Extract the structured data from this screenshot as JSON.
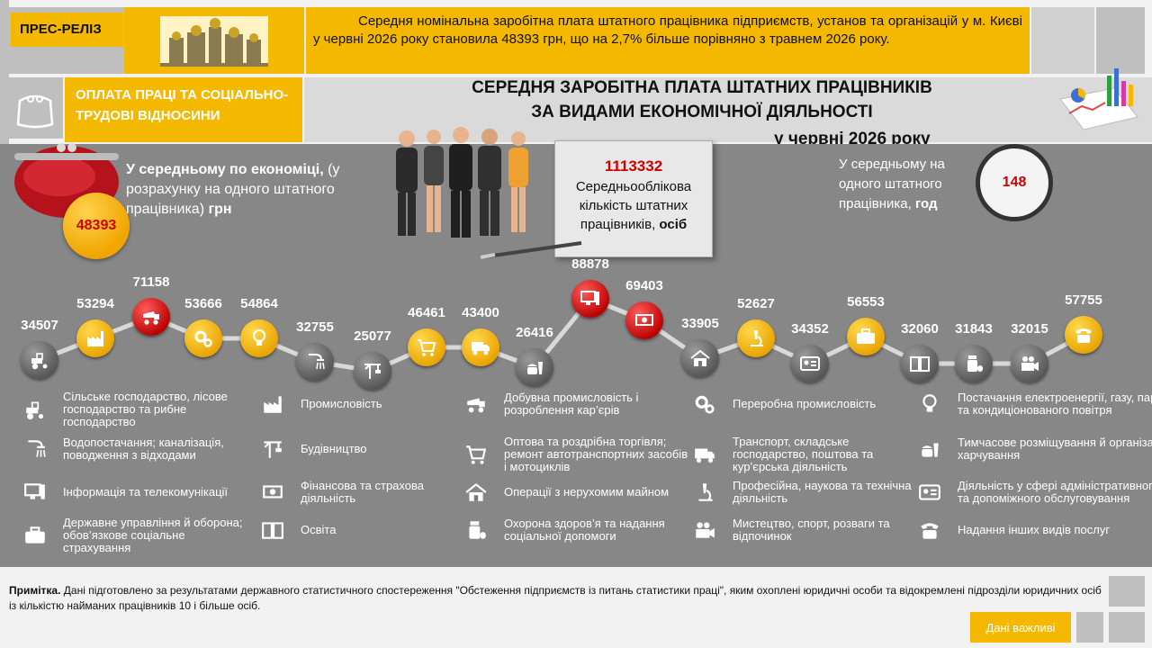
{
  "header": {
    "press_label": "ПРЕС-РЕЛІЗ",
    "intro": "Середня номінальна заробітна плата штатного працівника підприємств, установ та організацій у м. Києві у червні 2026 року становила 48393 грн, що на 2,7% більше порівняно з травнем 2026 року.",
    "section": "ОПЛАТА ПРАЦІ ТА СОЦІАЛЬНО-ТРУДОВІ ВІДНОСИНИ",
    "title_line1": "СЕРЕДНЯ ЗАРОБІТНА ПЛАТА ШТАТНИХ ПРАЦІВНИКІВ",
    "title_line2": "ЗА ВИДАМИ ЕКОНОМІЧНОЇ ДІЯЛЬНОСТІ",
    "title_line3": "у червні 2026 року"
  },
  "summary": {
    "avg_text_bold": "У середньому по економіці,",
    "avg_text_rest": " (у розрахунку на одного штатного працівника) ",
    "avg_text_unit": "грн",
    "avg_value": "48393",
    "employees_value": "1113332",
    "employees_text": "Середньооблікова кількість штатних працівників, ",
    "employees_unit": "осіб",
    "hours_text": "У середньому на одного штатного працівника, ",
    "hours_unit": "год",
    "hours_value": "148"
  },
  "timeline": [
    {
      "value": "34507",
      "color": "gray",
      "icon": "tractor-icon"
    },
    {
      "value": "53294",
      "color": "gold",
      "icon": "factory-icon"
    },
    {
      "value": "71158",
      "color": "red",
      "icon": "mining-truck-icon"
    },
    {
      "value": "53666",
      "color": "gold",
      "icon": "gears-icon"
    },
    {
      "value": "54864",
      "color": "gold",
      "icon": "lightbulb-icon"
    },
    {
      "value": "32755",
      "color": "gray",
      "icon": "shower-icon"
    },
    {
      "value": "25077",
      "color": "gray",
      "icon": "crane-icon"
    },
    {
      "value": "46461",
      "color": "gold",
      "icon": "cart-icon"
    },
    {
      "value": "43400",
      "color": "gold",
      "icon": "truck-icon"
    },
    {
      "value": "26416",
      "color": "gray",
      "icon": "food-icon"
    },
    {
      "value": "88878",
      "color": "red",
      "icon": "computer-icon"
    },
    {
      "value": "69403",
      "color": "red",
      "icon": "money-icon"
    },
    {
      "value": "33905",
      "color": "gray",
      "icon": "house-icon"
    },
    {
      "value": "52627",
      "color": "gold",
      "icon": "microscope-icon"
    },
    {
      "value": "34352",
      "color": "gray",
      "icon": "id-card-icon"
    },
    {
      "value": "56553",
      "color": "gold",
      "icon": "briefcase-icon"
    },
    {
      "value": "32060",
      "color": "gray",
      "icon": "book-icon"
    },
    {
      "value": "31843",
      "color": "gray",
      "icon": "medicine-icon"
    },
    {
      "value": "32015",
      "color": "gray",
      "icon": "camera-icon"
    },
    {
      "value": "57755",
      "color": "gold",
      "icon": "phone-icon"
    }
  ],
  "legend": [
    {
      "icon": "tractor-icon",
      "text": "Сільське господарство, лісове господарство та рибне господарство"
    },
    {
      "icon": "factory-icon",
      "text": "Промисловість"
    },
    {
      "icon": "mining-truck-icon",
      "text": "Добувна промисловість  і розроблення кар’єрів"
    },
    {
      "icon": "gears-icon",
      "text": "Переробна промисловість"
    },
    {
      "icon": "lightbulb-icon",
      "text": "Постачання електроенергії, газу, пари та кондиціонованого повітря"
    },
    {
      "icon": "shower-icon",
      "text": "Водопостачання; каналізація, поводження  з відходами"
    },
    {
      "icon": "crane-icon",
      "text": "Будівництво"
    },
    {
      "icon": "cart-icon",
      "text": "Оптова та роздрібна торгівля; ремонт автотранспортних засобів і мотоциклів"
    },
    {
      "icon": "truck-icon",
      "text": "Транспорт, складське господарство, поштова та кур’єрська діяльність"
    },
    {
      "icon": "food-icon",
      "text": "Тимчасове розміщування й організація харчування"
    },
    {
      "icon": "computer-icon",
      "text": "Інформація та телекомунікації"
    },
    {
      "icon": "money-icon",
      "text": "Фінансова та страхова діяльність"
    },
    {
      "icon": "house-icon",
      "text": "Операції з нерухомим майном"
    },
    {
      "icon": "microscope-icon",
      "text": "Професійна, наукова та технічна діяльність"
    },
    {
      "icon": "id-card-icon",
      "text": "Діяльність у сфері адміністративного та допоміжного обслуговування"
    },
    {
      "icon": "briefcase-icon",
      "text": "Державне управління й оборона; обов’язкове соціальне страхування"
    },
    {
      "icon": "book-icon",
      "text": "Освіта"
    },
    {
      "icon": "medicine-icon",
      "text": "Охорона здоров’я та надання соціальної допомоги"
    },
    {
      "icon": "camera-icon",
      "text": "Мистецтво, спорт, розваги та відпочинок"
    },
    {
      "icon": "phone-icon",
      "text": "Надання інших видів послуг"
    }
  ],
  "footer": {
    "note_label": "Примітка.",
    "note_text": " Дані підготовлено за результатами державного статистичного спостереження \"Обстеження підприємств із питань статистики праці\", яким охоплені юридичні особи та відокремлені підрозділи юридичних осіб із кількістю найманих працівників 10 і більше осіб.",
    "button": "Дані важливі"
  },
  "colors": {
    "accent": "#f5b800",
    "panel": "#878787",
    "highlight": "#d00000"
  }
}
